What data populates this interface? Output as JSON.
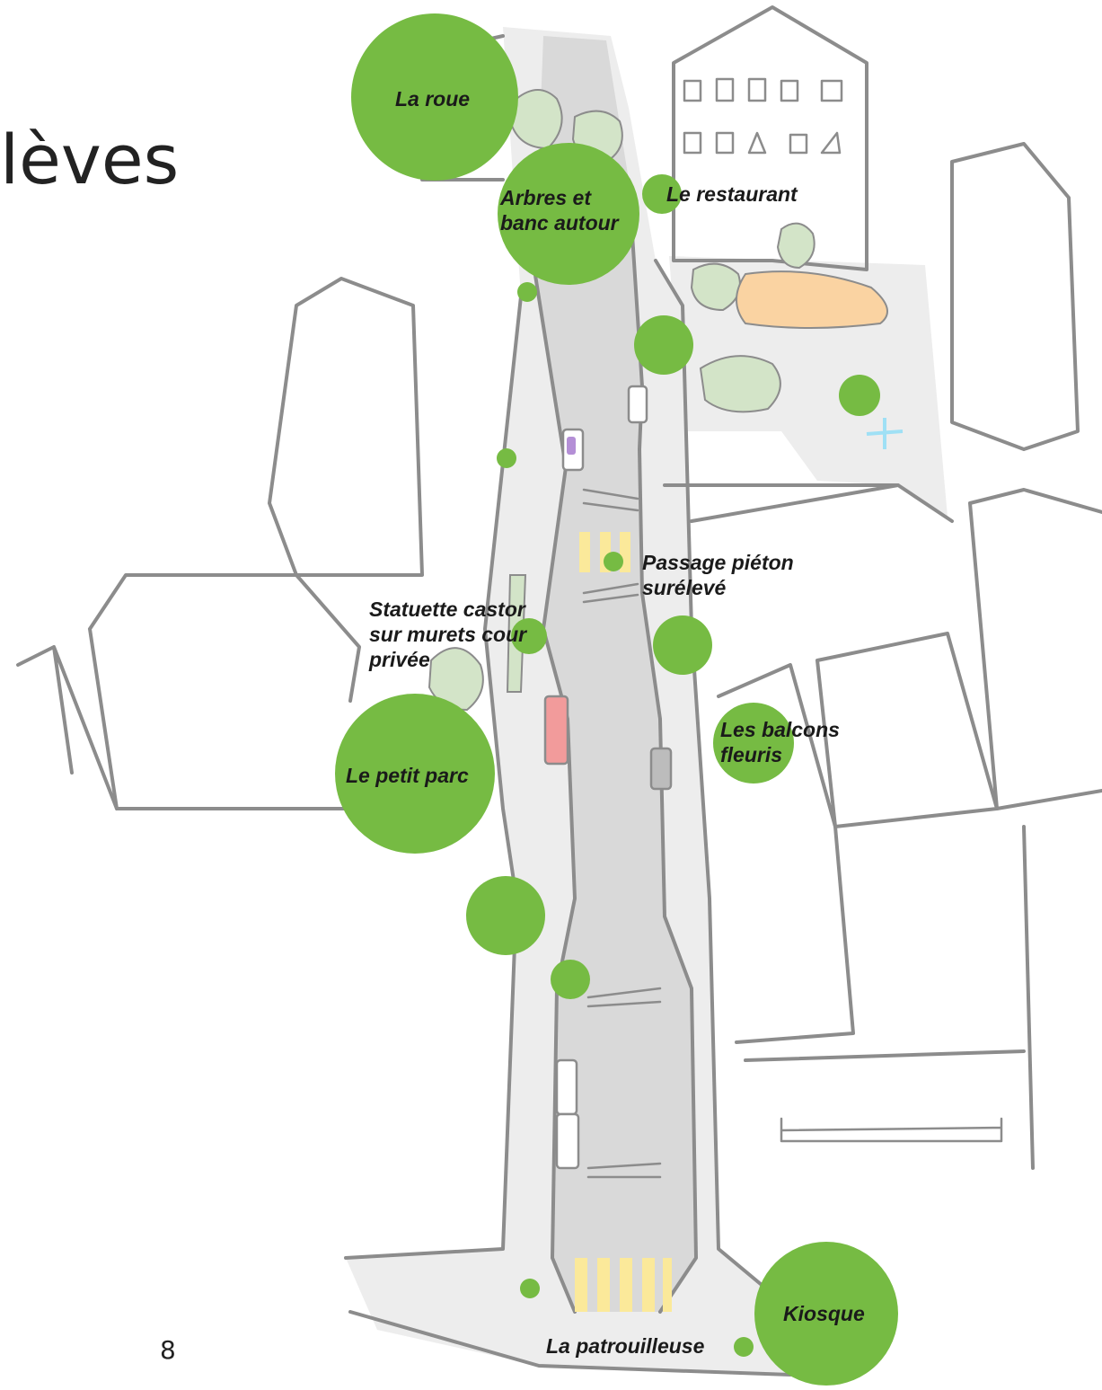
{
  "page": {
    "title": "lèves",
    "page_number": "8"
  },
  "colors": {
    "marker": "#76bb43",
    "road": "#d9d9d9",
    "sidewalk": "#ededed",
    "tree": "#d3e4c8",
    "sand": "#fad3a2",
    "crosswalk": "#fbe99a",
    "outline": "#8c8c8c"
  },
  "labels": {
    "la_roue": "La roue",
    "arbres_banc": "Arbres et\nbanc autour",
    "restaurant": "Le restaurant",
    "passage_pieton": "Passage piéton\nsurélevé",
    "statuette": "Statuette castor\nsur murets cour\nprivée",
    "balcons": "Les balcons\nfleuris",
    "petit_parc": "Le petit parc",
    "kiosque": "Kiosque",
    "patrouilleuse": "La patrouilleuse"
  }
}
